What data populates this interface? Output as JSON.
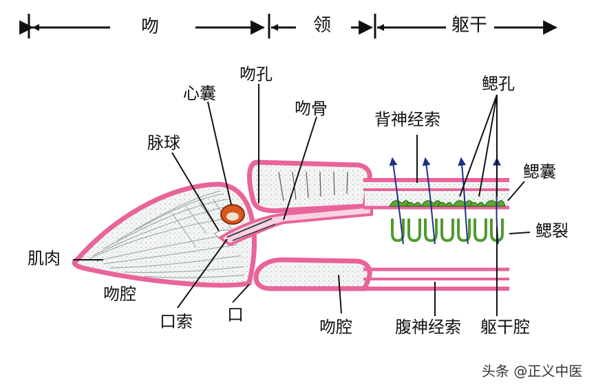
{
  "regions": {
    "snout": "吻",
    "collar": "领",
    "trunk": "躯干"
  },
  "labels": {
    "heart_sac": "心囊",
    "rostral_pore": "吻孔",
    "proboscis_skeleton": "吻骨",
    "heart_glomerulus": "脉球",
    "dorsal_nerve_cord": "背神经索",
    "gill_pores": "鳃孔",
    "gill_sac": "鳃囊",
    "gill_slits": "鳃裂",
    "muscle": "肌肉",
    "proboscis_cavity_left": "吻腔",
    "stomochord": "口索",
    "mouth": "口",
    "proboscis_cavity_right": "吻腔",
    "ventral_nerve_cord": "腹神经索",
    "trunk_cavity": "躯干腔"
  },
  "watermark": "头条 @正义中医",
  "colors": {
    "body_wall": "#e8649a",
    "fill": "#f2f4f4",
    "gill": "#4f9a2c",
    "heart": "#d8571e",
    "nerve": "#1d2f86",
    "line": "#111111"
  }
}
